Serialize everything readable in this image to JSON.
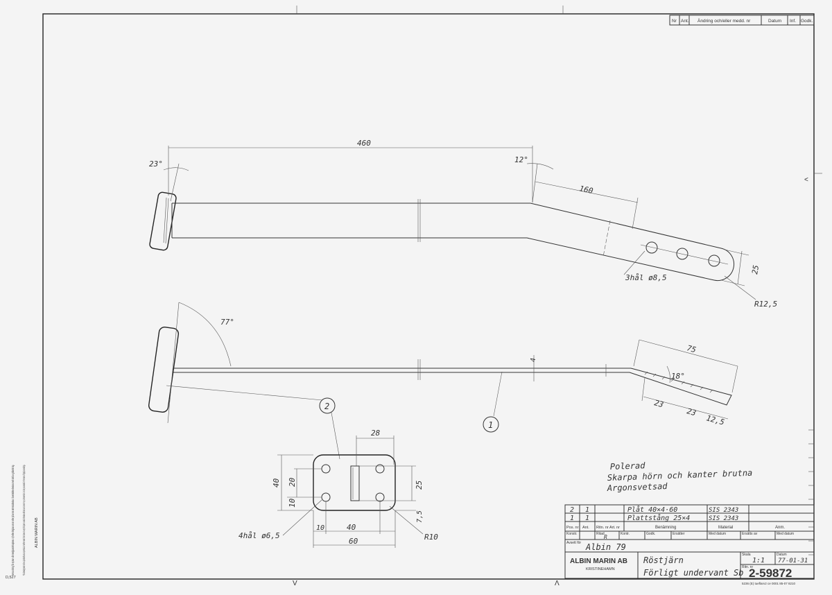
{
  "revision_table": {
    "headers": [
      "Nr",
      "Ant.",
      "Ändring och/eller medd. nr",
      "Datum",
      "Inf.",
      "Godk."
    ]
  },
  "drawing": {
    "top_view": {
      "dim_length": "460",
      "dim_angle_left": "23°",
      "dim_angle_right": "12°",
      "dim_end_length": "160",
      "hole_note": "3hål ø8,5",
      "dim_width": "25",
      "radius": "R12,5"
    },
    "side_view": {
      "angle_top": "77°",
      "thickness": "4",
      "dim_end": "75",
      "angle_end": "18°",
      "hole_spacing_1": "23",
      "hole_spacing_2": "23",
      "end_offset": "12,5",
      "balloon_1": "1",
      "balloon_2": "2"
    },
    "plate_view": {
      "dim_top": "28",
      "dim_height": "40",
      "dim_inner_height": "20",
      "dim_inner_offset": "10",
      "dim_slot": "25",
      "dim_side": "7,5",
      "dim_left": "10",
      "dim_hole_span": "40",
      "dim_width": "60",
      "hole_note": "4hål ø6,5",
      "radius": "R10"
    }
  },
  "notes": [
    "Polerad",
    "Skarpa hörn och kanter brutna",
    "Argonsvetsad"
  ],
  "parts_list": {
    "rows": [
      {
        "pos": "2",
        "ant": "1",
        "ritn": "",
        "benamning": "Plåt 40×4·60",
        "material": "SIS 2343",
        "anm": ""
      },
      {
        "pos": "1",
        "ant": "1",
        "ritn": "",
        "benamning": "Plattstång 25×4",
        "material": "SIS 2343",
        "anm": ""
      }
    ],
    "header_labels": {
      "pos": "Pos. nr",
      "ant": "Ant.",
      "ritn": "Ritn. nr Art. nr",
      "benamning": "Benämning",
      "material": "Material",
      "anm": "Anm."
    }
  },
  "title_block": {
    "konstr_label": "Konstr.",
    "ritad_label": "Ritad",
    "ritad_value": "R",
    "kontr_label": "Kontr.",
    "godk_label": "Godk.",
    "ersatter_label": "Ersätter",
    "med_datum_1": "Med datum",
    "ersatts_av_label": "Ersätts av",
    "med_datum_2": "Med datum",
    "avsett_for_label": "Avsett för",
    "avsett_for_value": "Albin 79",
    "company": "ALBIN MARIN AB",
    "city": "KRISTINEHAMN",
    "title_1": "Röstjärn",
    "title_2": "Förligt undervant Sb",
    "skala_label": "Skala",
    "skala_value": "1:1",
    "datum_label": "Datum",
    "datum_value": "77-01-31",
    "ritn_nr_label": "Ritn. nr",
    "drawing_number": "2-59872",
    "footer_code": "5236 (E) tueflarv2 ce 0001 85-07 8210"
  },
  "margin": {
    "legal_sv": "Denna ritning får ej utan vårt medgivande kopieras. Ej heller delgivas annan eller på annat sätt missbrukas. Överträdelse beivras med stöd av gällande lag.",
    "legal_en": "This drawing must not be copied without our permission. Neither must it be shown to any third part or used otherwise without our consent. Any contravention is to be prosecuted in the name of legal proceedings.",
    "company": "ALBIN MARIN AB",
    "code": "D,527"
  }
}
